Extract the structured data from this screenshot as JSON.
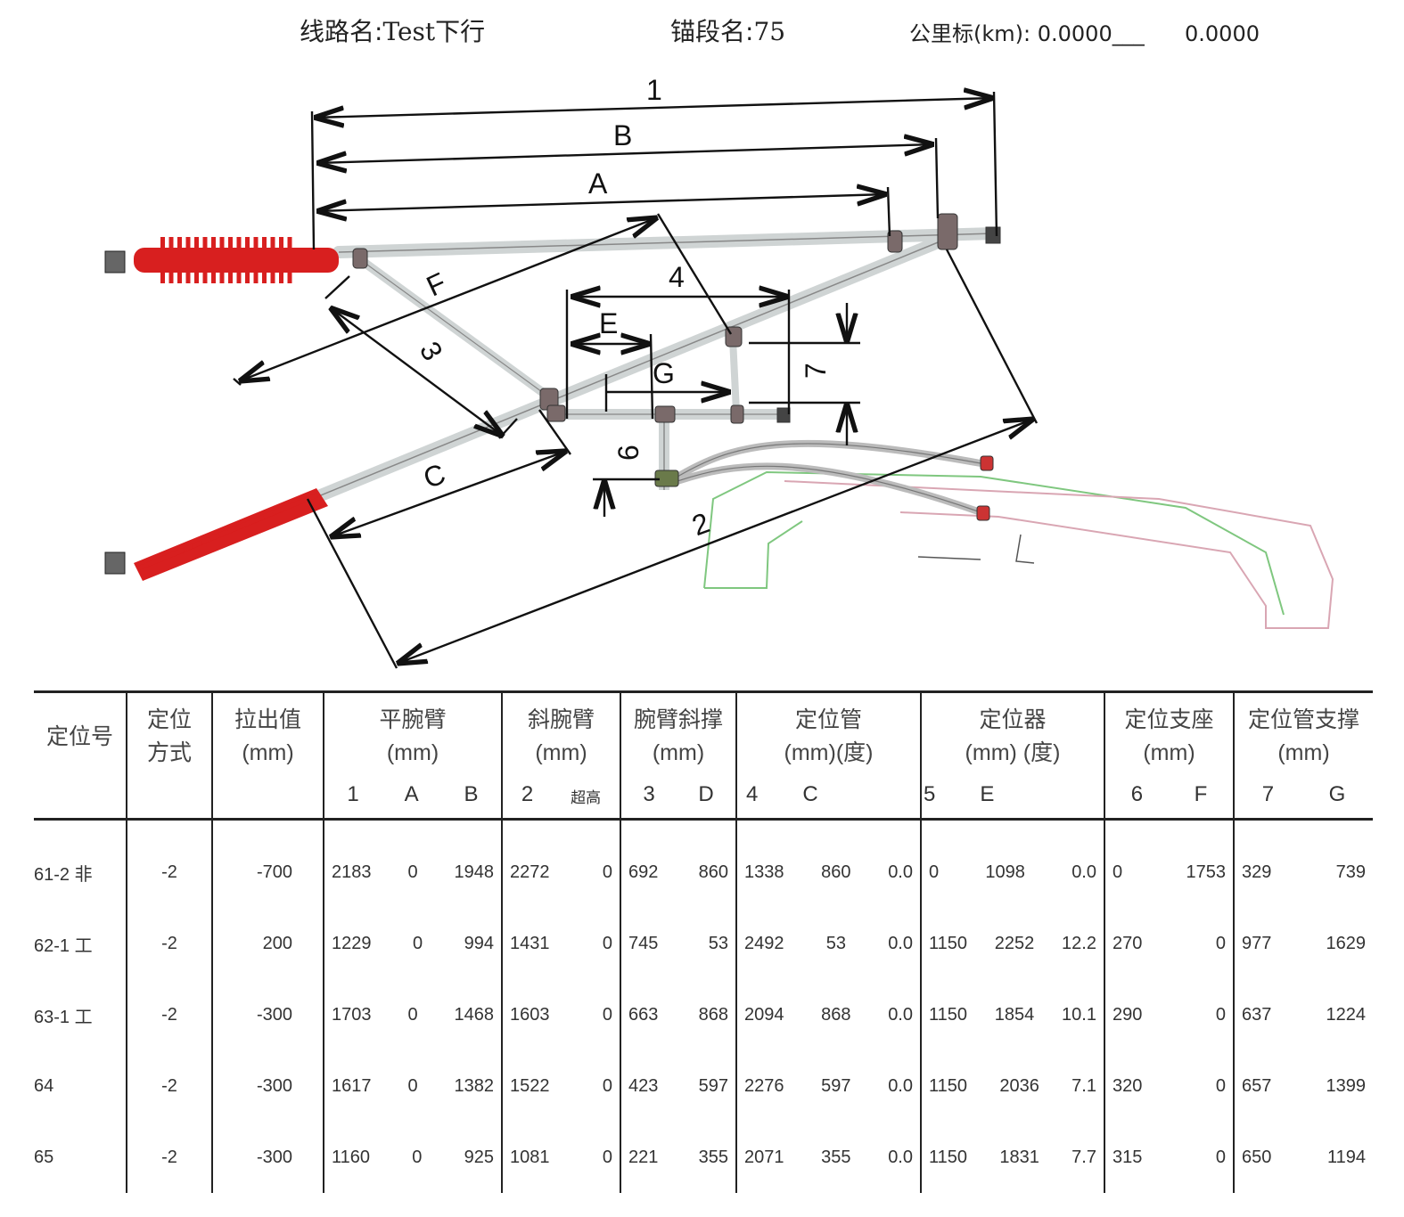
{
  "header": {
    "line_label": "线路名:",
    "line_value": "Test下行",
    "anchor_label": "锚段名:",
    "anchor_value": "75",
    "km_label": "公里标(km):",
    "km_start": "0.0000___",
    "km_end": "0.0000"
  },
  "diagram": {
    "dim_labels": [
      "1",
      "B",
      "A",
      "F",
      "4",
      "E",
      "3",
      "G",
      "7",
      "6",
      "C",
      "2"
    ]
  },
  "table": {
    "headers": {
      "locator_no": "定位号",
      "locate_mode_1": "定位",
      "locate_mode_2": "方式",
      "pull_out_1": "拉出值",
      "pull_out_2": "(mm)",
      "flat_arm_1": "平腕臂",
      "flat_arm_2": "(mm)",
      "flat_arm_subs": [
        "1",
        "A",
        "B"
      ],
      "slant_arm_1": "斜腕臂",
      "slant_arm_2": "(mm)",
      "slant_arm_subs": [
        "2",
        "超高"
      ],
      "arm_brace_1": "腕臂斜撑",
      "arm_brace_2": "(mm)",
      "arm_brace_subs": [
        "3",
        "D"
      ],
      "loc_tube_1": "定位管",
      "loc_tube_2": "(mm)(度)",
      "loc_tube_subs": [
        "4",
        "C"
      ],
      "locator_1": "定位器",
      "locator_2": "(mm) (度)",
      "locator_subs": [
        "5",
        "E"
      ],
      "support_1": "定位支座",
      "support_2": "(mm)",
      "support_subs": [
        "6",
        "F"
      ],
      "tube_brace_1": "定位管支撑",
      "tube_brace_2": "(mm)",
      "tube_brace_subs": [
        "7",
        "G"
      ]
    },
    "rows": [
      {
        "id": "61-2 非",
        "mode": "-2",
        "pull": "-700",
        "flat": [
          "2183",
          "0",
          "1948"
        ],
        "slant": [
          "2272",
          "0"
        ],
        "brace": [
          "692",
          "860"
        ],
        "tube": [
          "1338",
          "860",
          "0.0"
        ],
        "locator": [
          "0",
          "1098",
          "0.0"
        ],
        "support": [
          "0",
          "1753"
        ],
        "tbrace": [
          "329",
          "739"
        ]
      },
      {
        "id": "62-1 工",
        "mode": "-2",
        "pull": "200",
        "flat": [
          "1229",
          "0",
          "994"
        ],
        "slant": [
          "1431",
          "0"
        ],
        "brace": [
          "745",
          "53"
        ],
        "tube": [
          "2492",
          "53",
          "0.0"
        ],
        "locator": [
          "1150",
          "2252",
          "12.2"
        ],
        "support": [
          "270",
          "0"
        ],
        "tbrace": [
          "977",
          "1629"
        ]
      },
      {
        "id": "63-1 工",
        "mode": "-2",
        "pull": "-300",
        "flat": [
          "1703",
          "0",
          "1468"
        ],
        "slant": [
          "1603",
          "0"
        ],
        "brace": [
          "663",
          "868"
        ],
        "tube": [
          "2094",
          "868",
          "0.0"
        ],
        "locator": [
          "1150",
          "1854",
          "10.1"
        ],
        "support": [
          "290",
          "0"
        ],
        "tbrace": [
          "637",
          "1224"
        ]
      },
      {
        "id": "64",
        "mode": "-2",
        "pull": "-300",
        "flat": [
          "1617",
          "0",
          "1382"
        ],
        "slant": [
          "1522",
          "0"
        ],
        "brace": [
          "423",
          "597"
        ],
        "tube": [
          "2276",
          "597",
          "0.0"
        ],
        "locator": [
          "1150",
          "2036",
          "7.1"
        ],
        "support": [
          "320",
          "0"
        ],
        "tbrace": [
          "657",
          "1399"
        ]
      },
      {
        "id": "65",
        "mode": "-2",
        "pull": "-300",
        "flat": [
          "1160",
          "0",
          "925"
        ],
        "slant": [
          "1081",
          "0"
        ],
        "brace": [
          "221",
          "355"
        ],
        "tube": [
          "2071",
          "355",
          "0.0"
        ],
        "locator": [
          "1150",
          "1831",
          "7.7"
        ],
        "support": [
          "315",
          "0"
        ],
        "tbrace": [
          "650",
          "1194"
        ]
      }
    ]
  },
  "colors": {
    "insulator": "#d81f1f",
    "tube": "#d7dcdc",
    "line": "#111111",
    "track_green": "#7fc77f",
    "track_pink": "#d9a6b3"
  }
}
